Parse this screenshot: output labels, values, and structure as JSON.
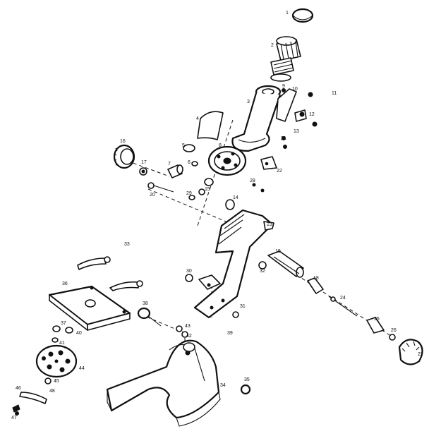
{
  "callouts": [
    "1",
    "2",
    "3",
    "4",
    "5",
    "6",
    "7",
    "8",
    "9",
    "10",
    "11",
    "12",
    "13",
    "14",
    "15",
    "16",
    "17",
    "18",
    "19",
    "20",
    "21",
    "22",
    "23",
    "24",
    "25",
    "26",
    "27",
    "28",
    "29",
    "30",
    "31",
    "32",
    "33",
    "34",
    "35",
    "36",
    "37",
    "38",
    "39",
    "40",
    "41",
    "42",
    "43",
    "44",
    "45",
    "46",
    "47",
    "48"
  ],
  "colors": {
    "ink": "#111111",
    "paper": "#ffffff",
    "shade": "#9a9a9a"
  }
}
